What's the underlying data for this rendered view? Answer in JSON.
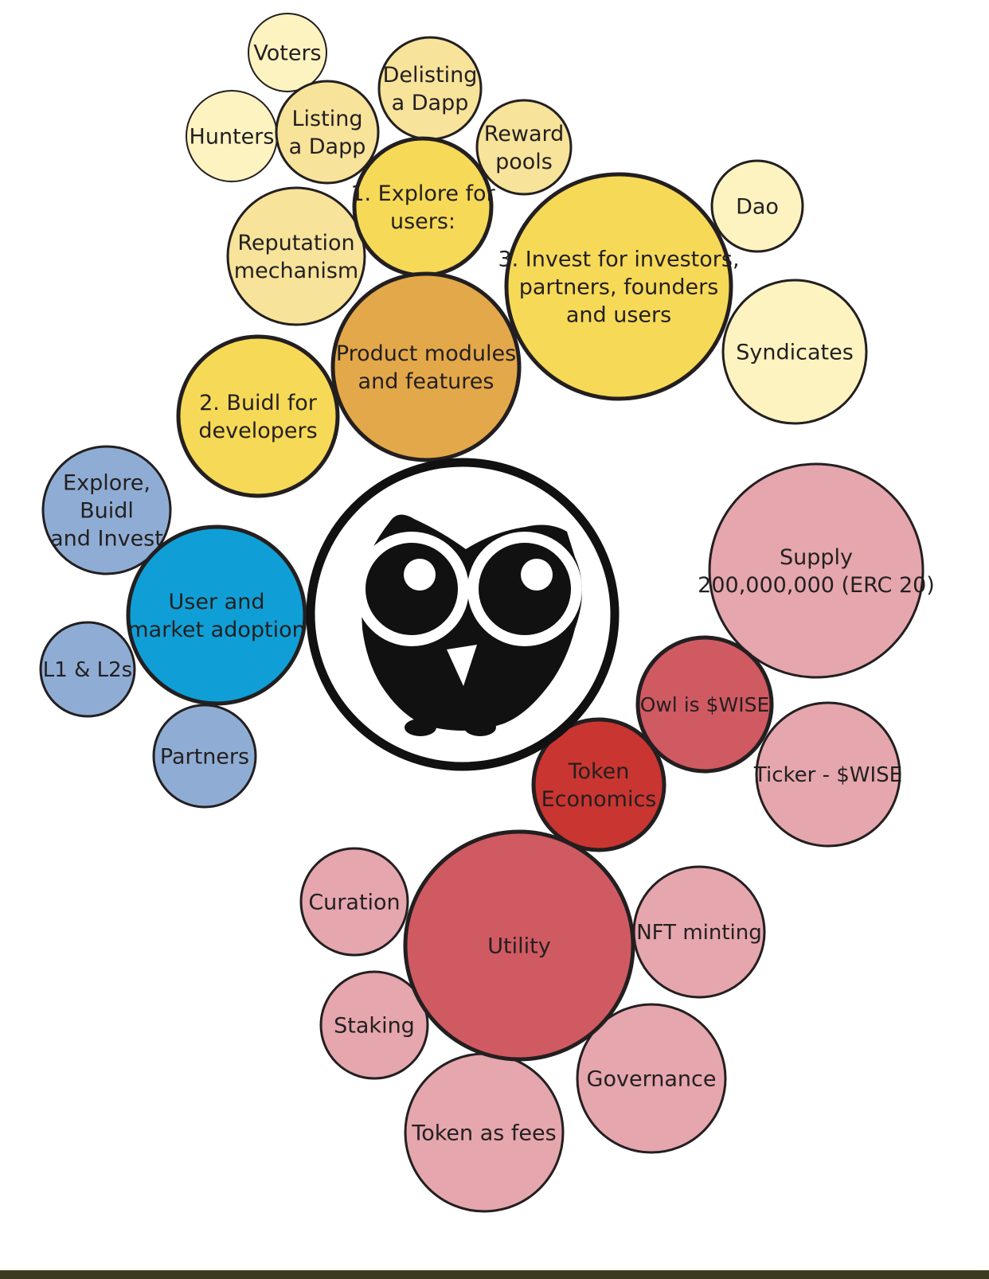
{
  "title": "Wise owl product and token map",
  "colors": {
    "yellow_light": "#fcf3c0",
    "yellow_mid": "#f7e39a",
    "yellow_strong": "#f6d957",
    "orange": "#e3a849",
    "blue_light": "#8fadd4",
    "blue_strong": "#0f9fd6",
    "pink_light": "#e5a6ad",
    "red_mid": "#d05a62",
    "red_strong": "#c93530",
    "center": "#ffffff",
    "stroke": "#231f20"
  },
  "center": {
    "label": "owl-logo",
    "icon": "owl-icon"
  },
  "bubbles": [
    {
      "id": "voters",
      "lines": [
        "Voters"
      ],
      "tone": "yellow_light",
      "group": "product"
    },
    {
      "id": "hunters",
      "lines": [
        "Hunters"
      ],
      "tone": "yellow_light",
      "group": "product"
    },
    {
      "id": "listing-dapp",
      "lines": [
        "Listing",
        "a Dapp"
      ],
      "tone": "yellow_mid",
      "group": "product"
    },
    {
      "id": "delisting-dapp",
      "lines": [
        "Delisting",
        "a Dapp"
      ],
      "tone": "yellow_mid",
      "group": "product"
    },
    {
      "id": "reward-pools",
      "lines": [
        "Reward",
        "pools"
      ],
      "tone": "yellow_mid",
      "group": "product"
    },
    {
      "id": "explore-users",
      "lines": [
        "1. Explore for",
        "users:"
      ],
      "tone": "yellow_strong",
      "group": "product"
    },
    {
      "id": "reputation",
      "lines": [
        "Reputation",
        "mechanism"
      ],
      "tone": "yellow_mid",
      "group": "product"
    },
    {
      "id": "invest",
      "lines": [
        "3. Invest for investors,",
        "partners, founders",
        "and users"
      ],
      "tone": "yellow_strong",
      "group": "product"
    },
    {
      "id": "dao",
      "lines": [
        "Dao"
      ],
      "tone": "yellow_light",
      "group": "product"
    },
    {
      "id": "syndicates",
      "lines": [
        "Syndicates"
      ],
      "tone": "yellow_light",
      "group": "product"
    },
    {
      "id": "product-modules",
      "lines": [
        "Product modules",
        "and features"
      ],
      "tone": "orange",
      "group": "product"
    },
    {
      "id": "buidl-developers",
      "lines": [
        "2. Buidl for",
        "developers"
      ],
      "tone": "yellow_strong",
      "group": "product"
    },
    {
      "id": "explore-buidl-invest",
      "lines": [
        "Explore,",
        "Buidl",
        "and Invest"
      ],
      "tone": "blue_light",
      "group": "adoption"
    },
    {
      "id": "user-market-adoption",
      "lines": [
        "User and",
        "market adoption"
      ],
      "tone": "blue_strong",
      "group": "adoption"
    },
    {
      "id": "l1-l2s",
      "lines": [
        "L1 & L2s"
      ],
      "tone": "blue_light",
      "group": "adoption"
    },
    {
      "id": "partners",
      "lines": [
        "Partners"
      ],
      "tone": "blue_light",
      "group": "adoption"
    },
    {
      "id": "supply",
      "lines": [
        "Supply",
        "200,000,000 (ERC 20)"
      ],
      "tone": "pink_light",
      "group": "token"
    },
    {
      "id": "owl-is-wise",
      "lines": [
        "Owl is $WISE"
      ],
      "tone": "red_mid",
      "group": "token"
    },
    {
      "id": "ticker",
      "lines": [
        "Ticker - $WISE"
      ],
      "tone": "pink_light",
      "group": "token"
    },
    {
      "id": "token-economics",
      "lines": [
        "Token",
        "Economics"
      ],
      "tone": "red_strong",
      "group": "token"
    },
    {
      "id": "utility",
      "lines": [
        "Utility"
      ],
      "tone": "red_mid",
      "group": "token"
    },
    {
      "id": "curation",
      "lines": [
        "Curation"
      ],
      "tone": "pink_light",
      "group": "token"
    },
    {
      "id": "nft-minting",
      "lines": [
        "NFT minting"
      ],
      "tone": "pink_light",
      "group": "token"
    },
    {
      "id": "staking",
      "lines": [
        "Staking"
      ],
      "tone": "pink_light",
      "group": "token"
    },
    {
      "id": "governance",
      "lines": [
        "Governance"
      ],
      "tone": "pink_light",
      "group": "token"
    },
    {
      "id": "token-as-fees",
      "lines": [
        "Token as fees"
      ],
      "tone": "pink_light",
      "group": "token"
    }
  ]
}
